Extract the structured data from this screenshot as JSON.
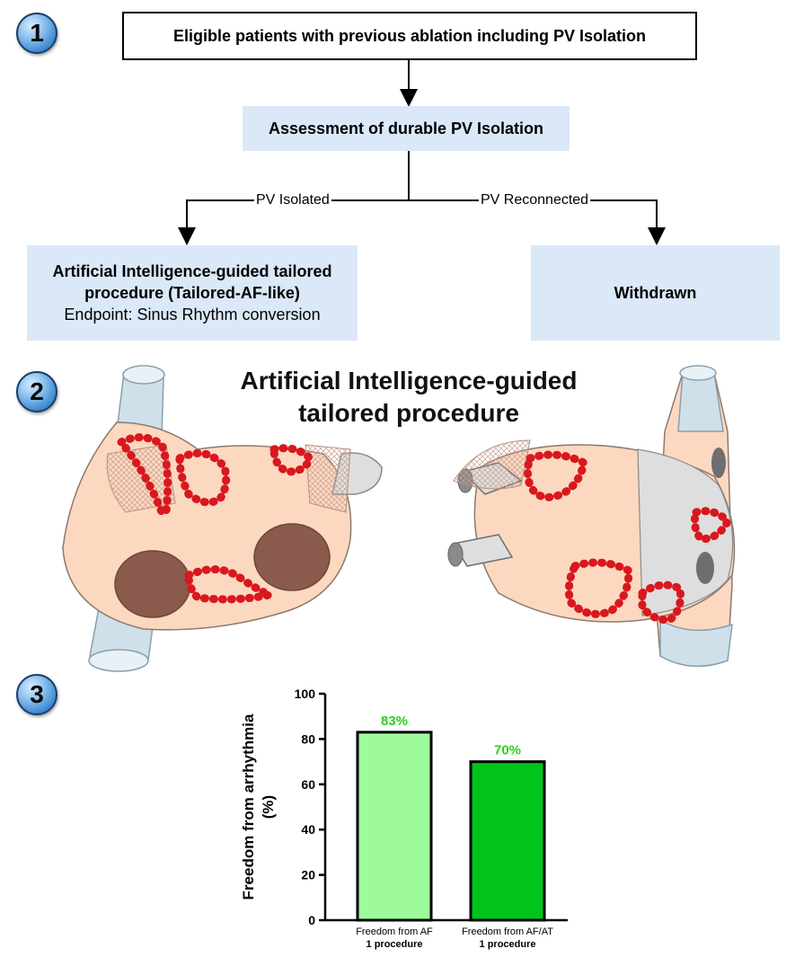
{
  "badges": [
    "1",
    "2",
    "3"
  ],
  "flow": {
    "top_box": "Eligible patients with previous ablation including PV Isolation",
    "assess_box": "Assessment of durable PV Isolation",
    "branch_left_label": "PV Isolated",
    "branch_right_label": "PV Reconnected",
    "tailored_line1": "Artificial Intelligence-guided tailored",
    "tailored_line2": "procedure (Tailored-AF-like)",
    "tailored_line3": "Endpoint: Sinus Rhythm conversion",
    "withdrawn_box": "Withdrawn"
  },
  "section2": {
    "title_line1": "Artificial Intelligence-guided",
    "title_line2": "tailored procedure"
  },
  "colors": {
    "box_fill": "#dbe8f8",
    "atrium_fill": "#fcd8c0",
    "vein_fill": "#cfe0ea",
    "lesion_red": "#d9171e",
    "appendage_brown": "#8a5a4c",
    "bar_light_green": "#9dfb9c",
    "bar_green": "#00c41a",
    "value_label_green": "#2ecc1f"
  },
  "chart_data": {
    "type": "bar",
    "categories": [
      "Freedom from AF 1 procedure",
      "Freedom from AF/AT 1 procedure"
    ],
    "category_lines": [
      [
        "Freedom from AF",
        "1 procedure"
      ],
      [
        "Freedom from AF/AT",
        "1 procedure"
      ]
    ],
    "values": [
      83,
      70
    ],
    "value_labels": [
      "83%",
      "70%"
    ],
    "bar_colors": [
      "#9dfb9c",
      "#00c41a"
    ],
    "ylabel_lines": [
      "Freedom from arrhythmia",
      "(%)"
    ],
    "ylim": [
      0,
      100
    ],
    "yticks": [
      0,
      20,
      40,
      60,
      80,
      100
    ],
    "grid": false
  }
}
